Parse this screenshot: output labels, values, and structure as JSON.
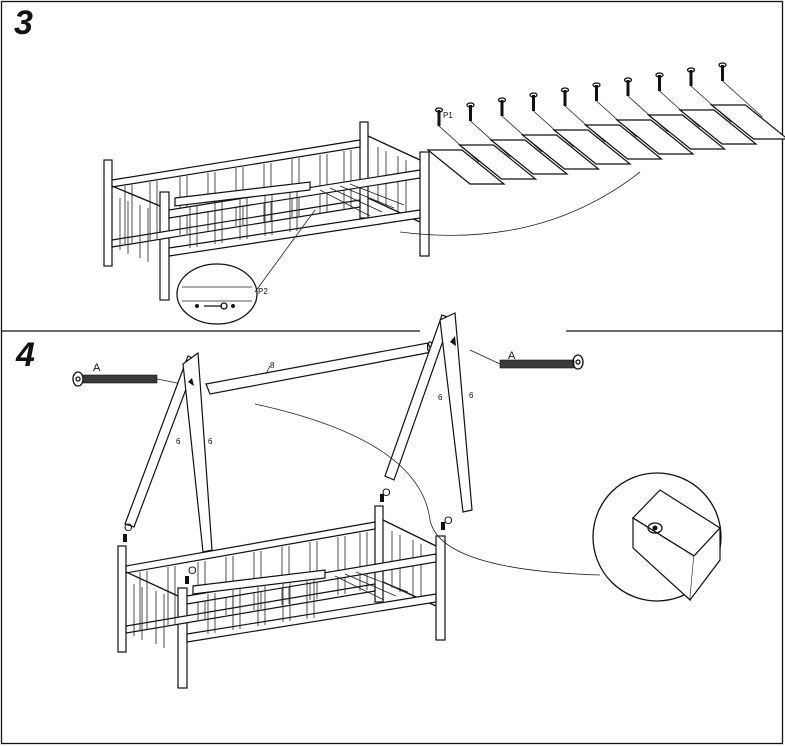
{
  "steps": [
    {
      "number": "3"
    },
    {
      "number": "4"
    }
  ],
  "labels": {
    "screw_p1": "P1",
    "detail_p2": "P2",
    "bolt_a_left": "A",
    "bolt_a_right": "A",
    "beam_8": "8",
    "part_6_a": "6",
    "part_6_b": "6",
    "part_6_c": "6",
    "part_6_d": "6",
    "dowel_o_1": "O",
    "dowel_o_2": "O",
    "dowel_o_3": "O",
    "dowel_o_4": "O"
  }
}
